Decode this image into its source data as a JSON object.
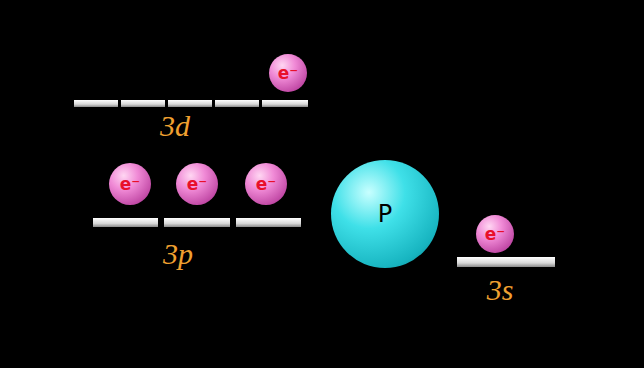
{
  "diagram": {
    "nodes": [
      {
        "text": [
          "e⁻"
        ]
      },
      {
        "text": [
          "e⁻"
        ]
      },
      {
        "text": [
          "e⁻"
        ]
      },
      {
        "text": [
          "e⁻"
        ]
      },
      {
        "text": [
          "P"
        ]
      },
      {
        "text": [
          "e⁻"
        ]
      }
    ],
    "labels": [
      "3d",
      "3p",
      "3s"
    ]
  }
}
